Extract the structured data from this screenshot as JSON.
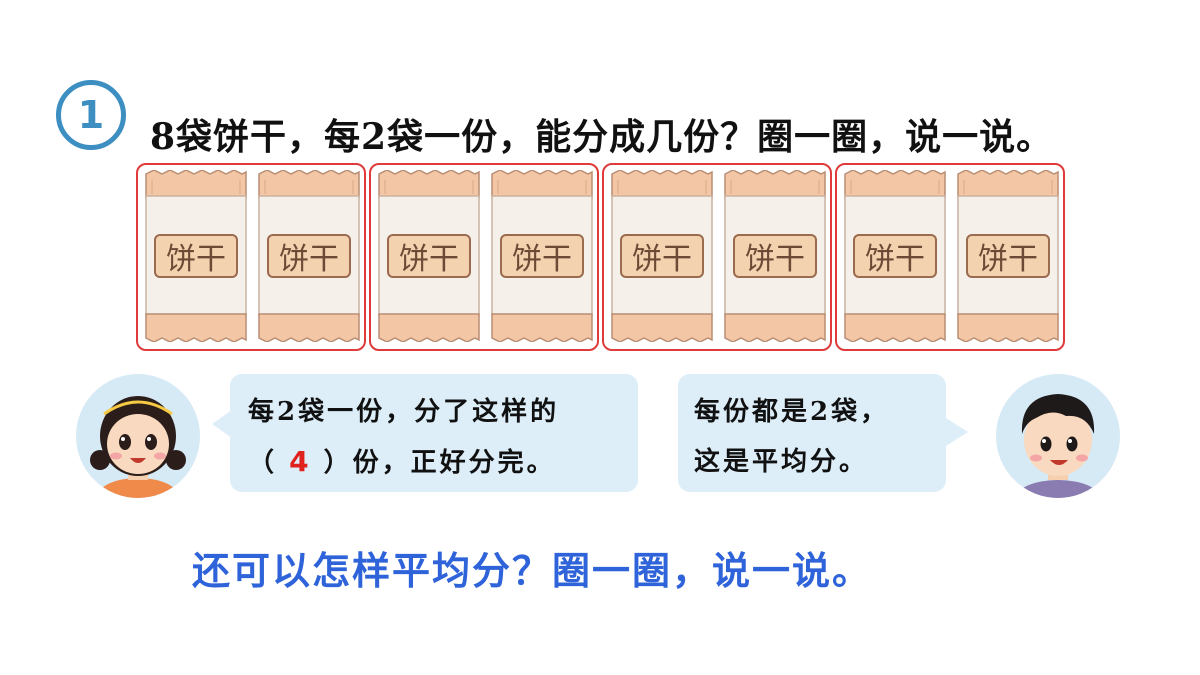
{
  "problem": {
    "number": "1",
    "question": "8袋饼干，每2袋一份，能分成几份？圈一圈，说一说。"
  },
  "biscuit_label": "饼干",
  "bubble_left": {
    "line1": "每2袋一份，分了这样的",
    "open_paren": "（",
    "answer": "4",
    "line2_rest": "）份，正好分完。"
  },
  "bubble_right": {
    "line1": "每份都是2袋，",
    "line2": "这是平均分。"
  },
  "prompt": "还可以怎样平均分？圈一圈，说一说。",
  "colors": {
    "circle": "#3d8fc2",
    "group_border": "#e03a3a",
    "answer": "#e0211d",
    "prompt": "#2f63d9",
    "bubble": "#ddeef9"
  }
}
